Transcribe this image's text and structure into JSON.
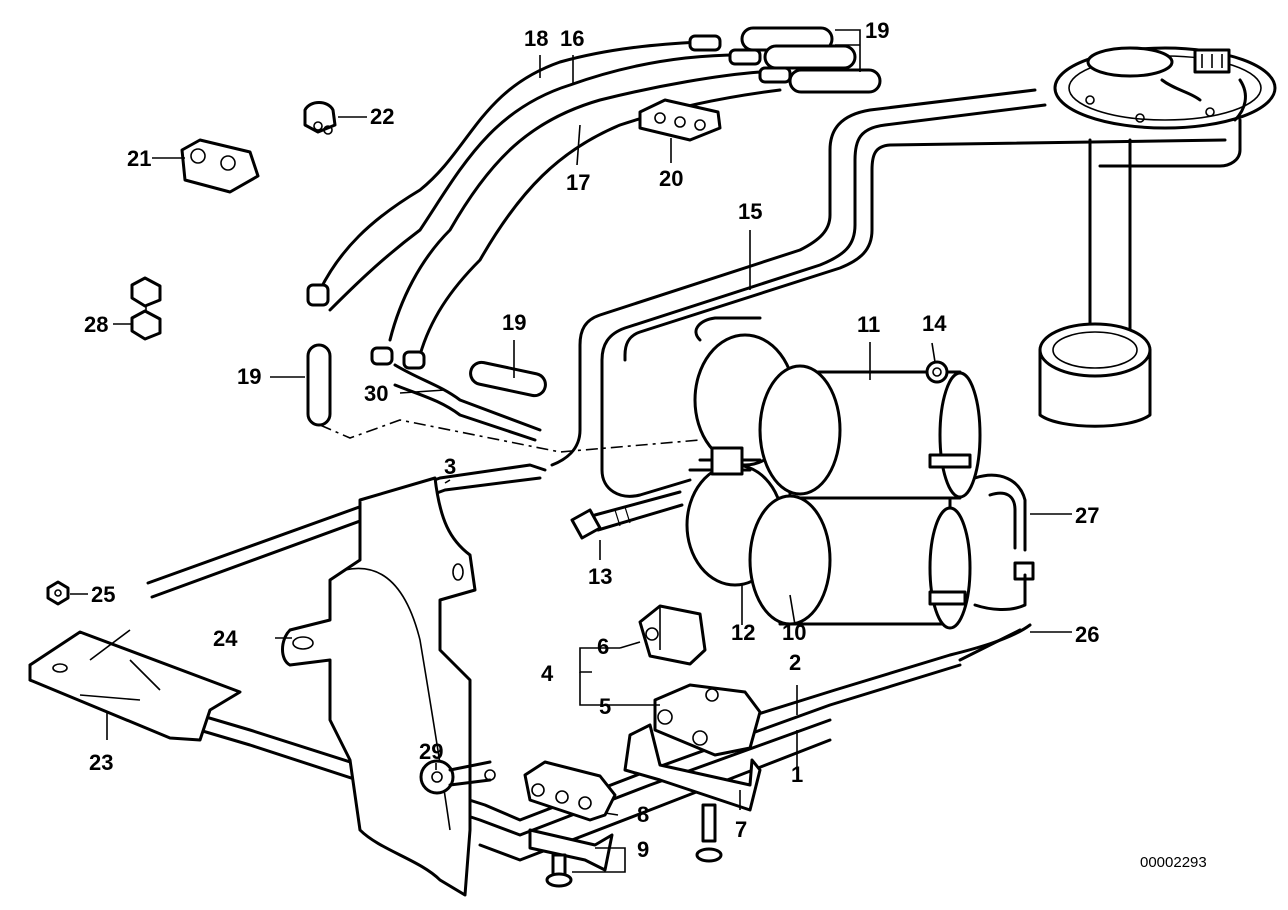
{
  "document_number": "00002293",
  "callouts": [
    {
      "id": "c1",
      "text": "1"
    },
    {
      "id": "c2",
      "text": "2"
    },
    {
      "id": "c3",
      "text": "3"
    },
    {
      "id": "c4",
      "text": "4"
    },
    {
      "id": "c5",
      "text": "5"
    },
    {
      "id": "c6",
      "text": "6"
    },
    {
      "id": "c7",
      "text": "7"
    },
    {
      "id": "c8",
      "text": "8"
    },
    {
      "id": "c9",
      "text": "9"
    },
    {
      "id": "c10",
      "text": "10"
    },
    {
      "id": "c11",
      "text": "11"
    },
    {
      "id": "c12",
      "text": "12"
    },
    {
      "id": "c13",
      "text": "13"
    },
    {
      "id": "c14",
      "text": "14"
    },
    {
      "id": "c15",
      "text": "15"
    },
    {
      "id": "c16",
      "text": "16"
    },
    {
      "id": "c17",
      "text": "17"
    },
    {
      "id": "c18",
      "text": "18"
    },
    {
      "id": "c19a",
      "text": "19"
    },
    {
      "id": "c19b",
      "text": "19"
    },
    {
      "id": "c19c",
      "text": "19"
    },
    {
      "id": "c20",
      "text": "20"
    },
    {
      "id": "c21",
      "text": "21"
    },
    {
      "id": "c22",
      "text": "22"
    },
    {
      "id": "c23",
      "text": "23"
    },
    {
      "id": "c24",
      "text": "24"
    },
    {
      "id": "c25",
      "text": "25"
    },
    {
      "id": "c26",
      "text": "26"
    },
    {
      "id": "c27",
      "text": "27"
    },
    {
      "id": "c28",
      "text": "28"
    },
    {
      "id": "c29",
      "text": "29"
    },
    {
      "id": "c30",
      "text": "30"
    }
  ]
}
